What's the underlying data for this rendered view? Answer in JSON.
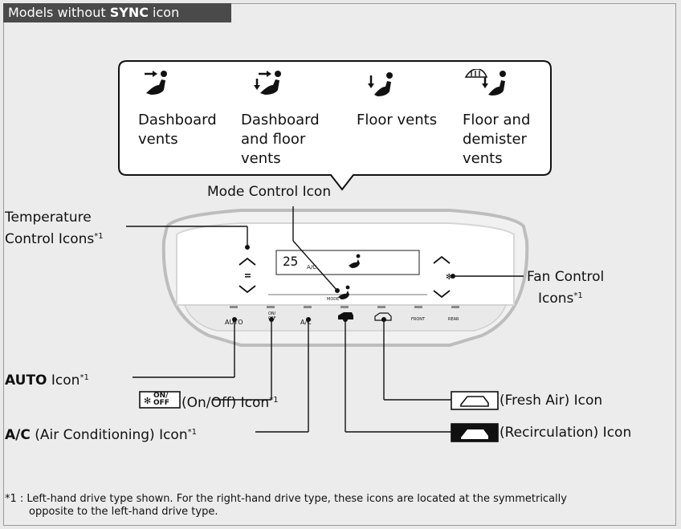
{
  "header": {
    "prefix": "Models without ",
    "bold": "SYNC",
    "suffix": " icon"
  },
  "callout": {
    "vents": [
      {
        "label": "Dashboard vents",
        "icon": "dashboard-vent-icon"
      },
      {
        "label": "Dashboard and floor vents",
        "icon": "dashboard-floor-vent-icon"
      },
      {
        "label": "Floor vents",
        "icon": "floor-vent-icon"
      },
      {
        "label": "Floor and demister vents",
        "icon": "floor-demister-vent-icon"
      }
    ]
  },
  "labels": {
    "mode_control": "Mode Control Icon",
    "temperature_line1": "Temperature",
    "temperature_line2": "Control Icons",
    "fan_line1": "Fan Control",
    "fan_line2": "Icons",
    "auto_bold": "AUTO",
    "auto_rest": " Icon",
    "onoff_rest": " (On/Off) Icon",
    "ac_bold": "A/C",
    "ac_rest": " (Air Conditioning) Icon",
    "fresh_air": " (Fresh Air) Icon",
    "recirculation": " (Recirculation) Icon",
    "footnote_mark": "*1"
  },
  "panel": {
    "display_temp": "25",
    "display_ac": "A/C",
    "mode_text": "MODE",
    "buttons": [
      "AUTO",
      "ON/OFF",
      "A/C",
      "",
      "",
      "FRONT",
      "REAR"
    ],
    "onoff_top": "ON/",
    "onoff_bottom": "OFF"
  },
  "footnote": {
    "line1": "*1 : Left-hand drive type shown. For the right-hand drive type, these icons are located at the symmetrically",
    "line2": "opposite to the left-hand drive type."
  }
}
